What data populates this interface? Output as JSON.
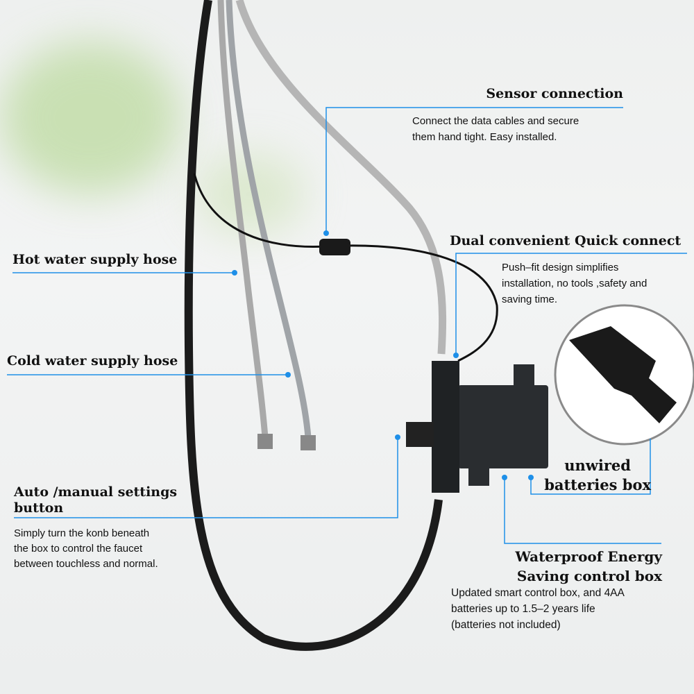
{
  "callouts": {
    "sensor": {
      "title": "Sensor connection",
      "desc_lines": [
        "Connect the data cables and secure",
        "them hand tight. Easy installed."
      ]
    },
    "quick_connect": {
      "title": "Dual convenient Quick connect",
      "desc_lines": [
        "Push–fit design simplifies",
        "installation, no tools ,safety and",
        "saving time."
      ]
    },
    "hot_hose": {
      "title": "Hot water supply hose"
    },
    "cold_hose": {
      "title": "Cold water supply hose"
    },
    "auto_manual": {
      "title_lines": [
        "Auto /manual settings",
        "button"
      ],
      "desc_lines": [
        "Simply turn the konb beneath",
        "the box to control the faucet",
        "between touchless and normal."
      ]
    },
    "batteries": {
      "title_lines": [
        "unwired",
        "batteries box"
      ]
    },
    "control_box": {
      "title_lines": [
        "Waterproof Energy",
        "Saving control box"
      ],
      "desc_lines": [
        "Updated smart control box, and 4AA",
        "batteries up to 1.5–2 years life",
        "(batteries not included)"
      ]
    }
  },
  "colors": {
    "callout_line": "#1e8fe8",
    "background": "#eef0ef"
  }
}
